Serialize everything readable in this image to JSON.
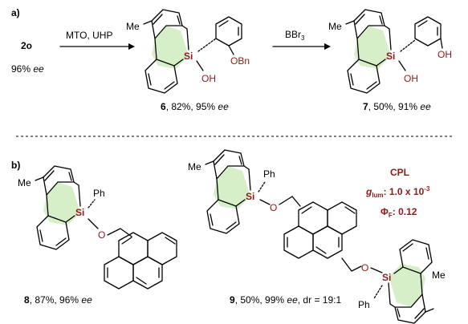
{
  "panel_a": {
    "label": "a)",
    "start_compound": "2o",
    "start_ee": "96% ",
    "start_ee_unit": "ee",
    "step1_reagents": "MTO, UHP",
    "step2_reagent": "BBr",
    "step2_reagent_sub": "3",
    "cmpd6": {
      "id": "6",
      "yield": ", 82%, 95% ",
      "unit": "ee"
    },
    "cmpd7": {
      "id": "7",
      "yield": ", 50%, 91% ",
      "unit": "ee"
    }
  },
  "panel_b": {
    "label": "b)",
    "cmpd8": {
      "id": "8",
      "yield": ", 87%, 96% ",
      "unit": "ee"
    },
    "cmpd9": {
      "id": "9",
      "yield": ", 50%, 99% ",
      "unit": "ee",
      "dr": ", dr = 19:1"
    },
    "cpl": {
      "title": "CPL",
      "g_lum": "g",
      "g_lum_sub": "lum",
      "g_lum_value": ": 1.0 x 10",
      "g_lum_exp": "-3",
      "phi": "Φ",
      "phi_sub": "F",
      "phi_value": ": 0.12"
    }
  },
  "atoms": {
    "me": "Me",
    "si": "Si",
    "oh": "OH",
    "obn": "OBn",
    "ph": "Ph",
    "o": "O"
  },
  "colors": {
    "green_ring": "#d7efc8",
    "heteroatom": "#8b1a1a"
  }
}
